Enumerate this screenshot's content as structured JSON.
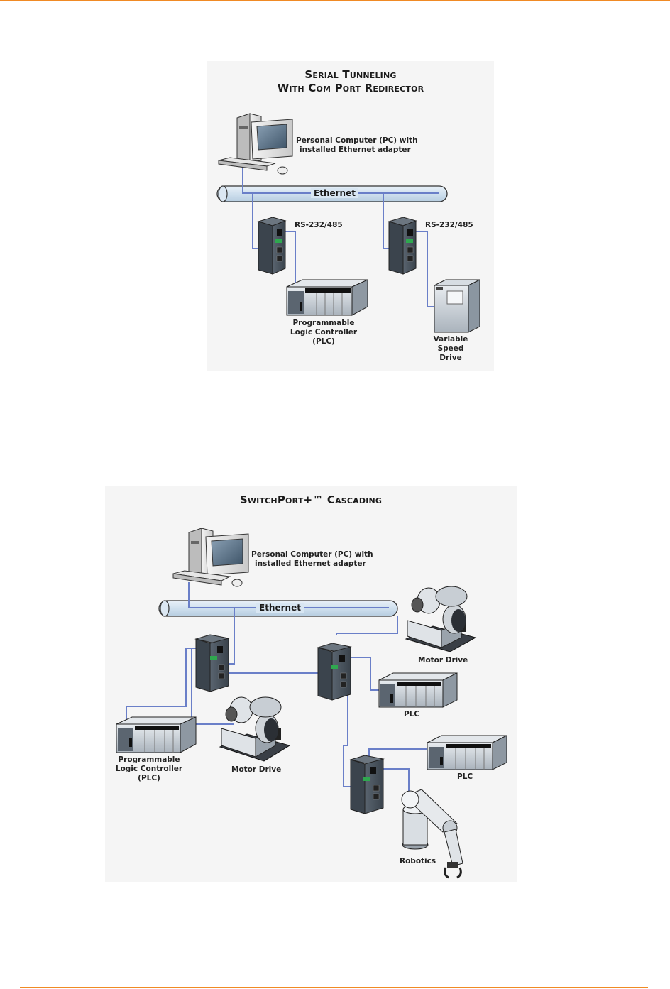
{
  "diagram1": {
    "title_line1": "Serial Tunneling",
    "title_line2": "With Com Port Redirector",
    "pc_label_line1": "Personal Computer (PC) with",
    "pc_label_line2": "installed Ethernet adapter",
    "ethernet_label": "Ethernet",
    "server1_label": "RS-232/485",
    "server2_label": "RS-232/485",
    "plc_label_line1": "Programmable",
    "plc_label_line2": "Logic Controller",
    "plc_label_line3": "(PLC)",
    "vsd_label_line1": "Variable",
    "vsd_label_line2": "Speed",
    "vsd_label_line3": "Drive"
  },
  "diagram2": {
    "title": "SwitchPort+™ Cascading",
    "pc_label_line1": "Personal Computer (PC) with",
    "pc_label_line2": "installed Ethernet adapter",
    "ethernet_label": "Ethernet",
    "motor_drive_top_label": "Motor Drive",
    "plc_mid_label": "PLC",
    "plc_left_label_line1": "Programmable",
    "plc_left_label_line2": "Logic Controller",
    "plc_left_label_line3": "(PLC)",
    "motor_drive_left_label": "Motor Drive",
    "plc_right_label": "PLC",
    "robotics_label": "Robotics"
  },
  "colors": {
    "accent_rule": "#f08a24",
    "cable": "#6a7fc8",
    "ethernet_pipe": "#d8e6f2",
    "device_dark": "#4a5560"
  }
}
